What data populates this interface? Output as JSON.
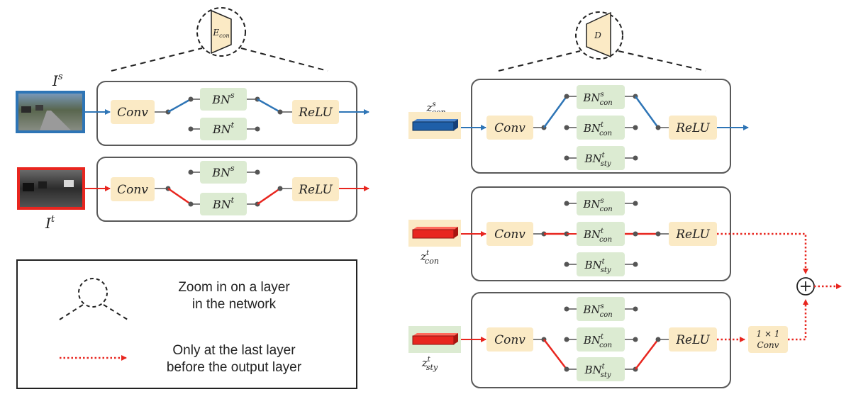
{
  "colors": {
    "conv_fill": "#fbeac5",
    "bn_fill": "#dcebd2",
    "blue": "#2e75b6",
    "red": "#e8261f",
    "border": "#595959"
  },
  "encoder": {
    "zoom_label": "E",
    "zoom_sub": "con",
    "source": {
      "label": "I",
      "sup": "s"
    },
    "target": {
      "label": "I",
      "sup": "t"
    },
    "conv": "Conv",
    "relu": "ReLU",
    "bn_s": {
      "main": "BN",
      "sup": "s"
    },
    "bn_t": {
      "main": "BN",
      "sup": "t"
    }
  },
  "decoder": {
    "zoom_label": "D",
    "inputs": [
      {
        "main": "z",
        "sup": "s",
        "sub": "con"
      },
      {
        "main": "z",
        "sup": "t",
        "sub": "con"
      },
      {
        "main": "z",
        "sup": "t",
        "sub": "sty"
      }
    ],
    "conv": "Conv",
    "relu": "ReLU",
    "bn_con_s": {
      "main": "BN",
      "sup": "s",
      "sub": "con"
    },
    "bn_con_t": {
      "main": "BN",
      "sup": "t",
      "sub": "con"
    },
    "bn_sty_t": {
      "main": "BN",
      "sup": "t",
      "sub": "sty"
    },
    "one_by_one": "1 × 1",
    "one_by_one_conv": "Conv"
  },
  "legend": {
    "zoom_line1": "Zoom in on a layer",
    "zoom_line2": "in the network",
    "dotted_line1": "Only at the last layer",
    "dotted_line2": "before the output layer"
  }
}
